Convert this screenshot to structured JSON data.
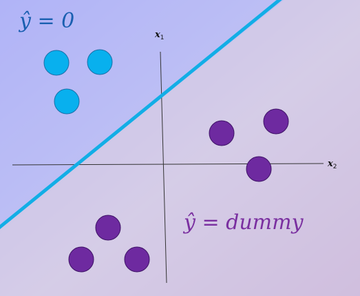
{
  "labels": {
    "region_top": "ŷ = 0",
    "region_bottom": "ŷ = dummy",
    "axis_x1_main": "x",
    "axis_x1_sub": "1",
    "axis_x2_main": "x",
    "axis_x2_sub": "2"
  },
  "colors": {
    "bg_top": "#b7b9f5",
    "bg_bottom": "#ccb8dc",
    "boundary": "#10b0e8",
    "class_blue": "#08b0ee",
    "class_purple": "#6e2aa0",
    "label_blue": "#1a5fb0",
    "label_purple": "#7a2fa0",
    "axis": "#333333"
  }
}
